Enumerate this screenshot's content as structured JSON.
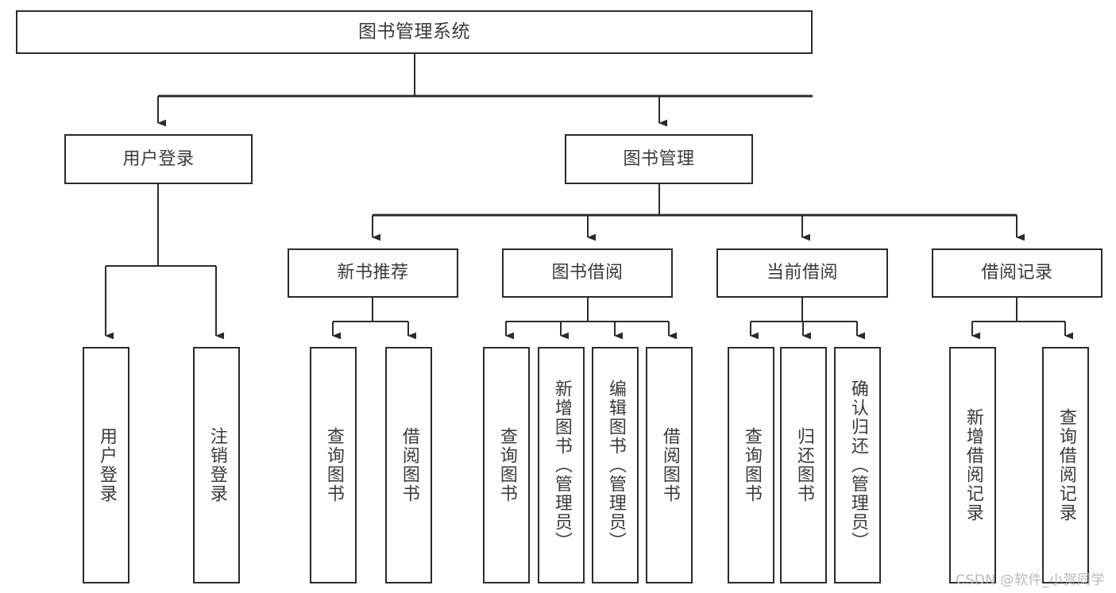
{
  "diagram": {
    "type": "hierarchy-tree",
    "title": "图书管理系统",
    "orientation": "top-down",
    "levels": 4,
    "colors": {
      "box_border": "#2b2b2b",
      "box_fill": "#ffffff",
      "connector": "#2b2b2b",
      "text": "#3a3a3a",
      "watermark": "#b9b9b9",
      "background": "#ffffff"
    }
  },
  "nodes": {
    "root": {
      "label": "图书管理系统"
    },
    "level2": [
      {
        "label": "用户登录"
      },
      {
        "label": "图书管理"
      }
    ],
    "level3": [
      {
        "label": "新书推荐"
      },
      {
        "label": "图书借阅"
      },
      {
        "label": "当前借阅"
      },
      {
        "label": "借阅记录"
      }
    ],
    "leaves_user_login": [
      {
        "label": "用户登录"
      },
      {
        "label": "注销登录"
      }
    ],
    "leaves_new_book": [
      {
        "label": "查询图书"
      },
      {
        "label": "借阅图书"
      }
    ],
    "leaves_borrow": [
      {
        "label": "查询图书"
      },
      {
        "label": "新增图书（管理员）"
      },
      {
        "label": "编辑图书（管理员）"
      },
      {
        "label": "借阅图书"
      }
    ],
    "leaves_current": [
      {
        "label": "查询图书"
      },
      {
        "label": "归还图书"
      },
      {
        "label": "确认归还（管理员）"
      }
    ],
    "leaves_records": [
      {
        "label": "新增借阅记录"
      },
      {
        "label": "查询借阅记录"
      }
    ]
  },
  "watermark": {
    "text": "CSDN @软件_小贺同学"
  }
}
